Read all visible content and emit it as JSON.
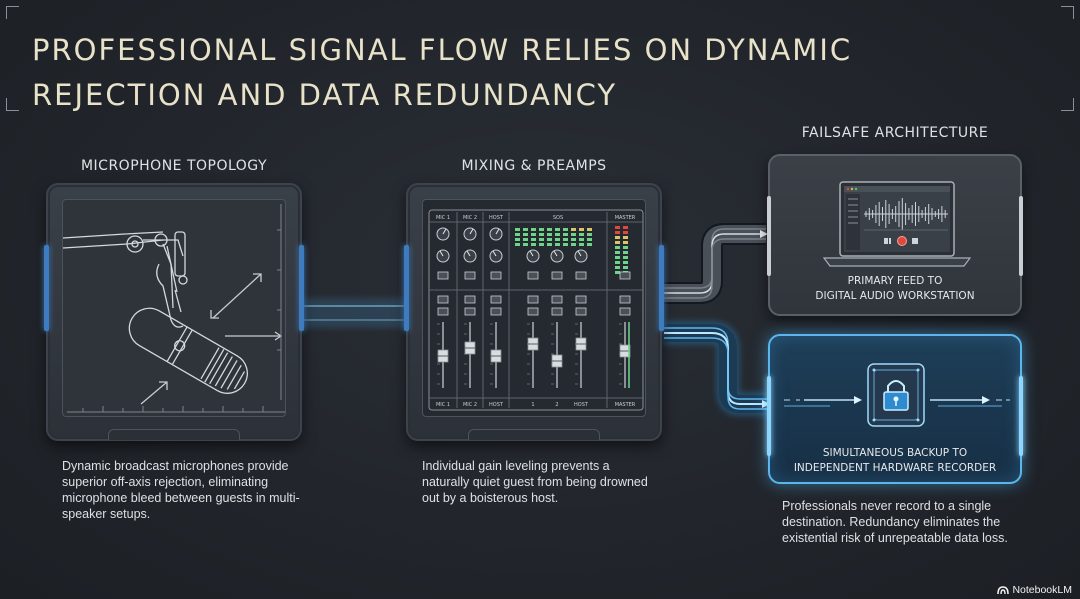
{
  "title": "PROFESSIONAL SIGNAL FLOW RELIES ON DYNAMIC REJECTION AND DATA REDUNDANCY",
  "sections": {
    "microphone": {
      "label": "MICROPHONE TOPOLOGY",
      "description": "Dynamic broadcast microphones provide superior off-axis rejection, eliminating microphone bleed between guests in multi-speaker setups."
    },
    "mixing": {
      "label": "MIXING & PREAMPS",
      "description": "Individual gain leveling prevents a naturally quiet guest from being drowned out by a boisterous host.",
      "channels": [
        "MIC 1",
        "MIC 2",
        "HOST",
        "1",
        "2",
        "HOST",
        "MASTER"
      ],
      "top_labels": [
        "MIC 1",
        "MIC 2",
        "HOST",
        "SOS",
        "MASTER"
      ]
    },
    "failsafe": {
      "label": "FAILSAFE ARCHITECTURE",
      "primary_line1": "PRIMARY FEED TO",
      "primary_line2": "DIGITAL AUDIO WORKSTATION",
      "backup_line1": "SIMULTANEOUS BACKUP TO",
      "backup_line2": "INDEPENDENT HARDWARE RECORDER",
      "description": "Professionals never record to a single destination. Redundancy eliminates the existential risk of unrepeatable data loss."
    }
  },
  "icons": [
    "microphone-icon",
    "mixer-icon",
    "laptop-icon",
    "lock-icon",
    "record-icon"
  ],
  "colors": {
    "accent_blue": "#5ab6ec",
    "title": "#e8e2c9",
    "record_red": "#e0483e"
  },
  "brand": "NotebookLM"
}
